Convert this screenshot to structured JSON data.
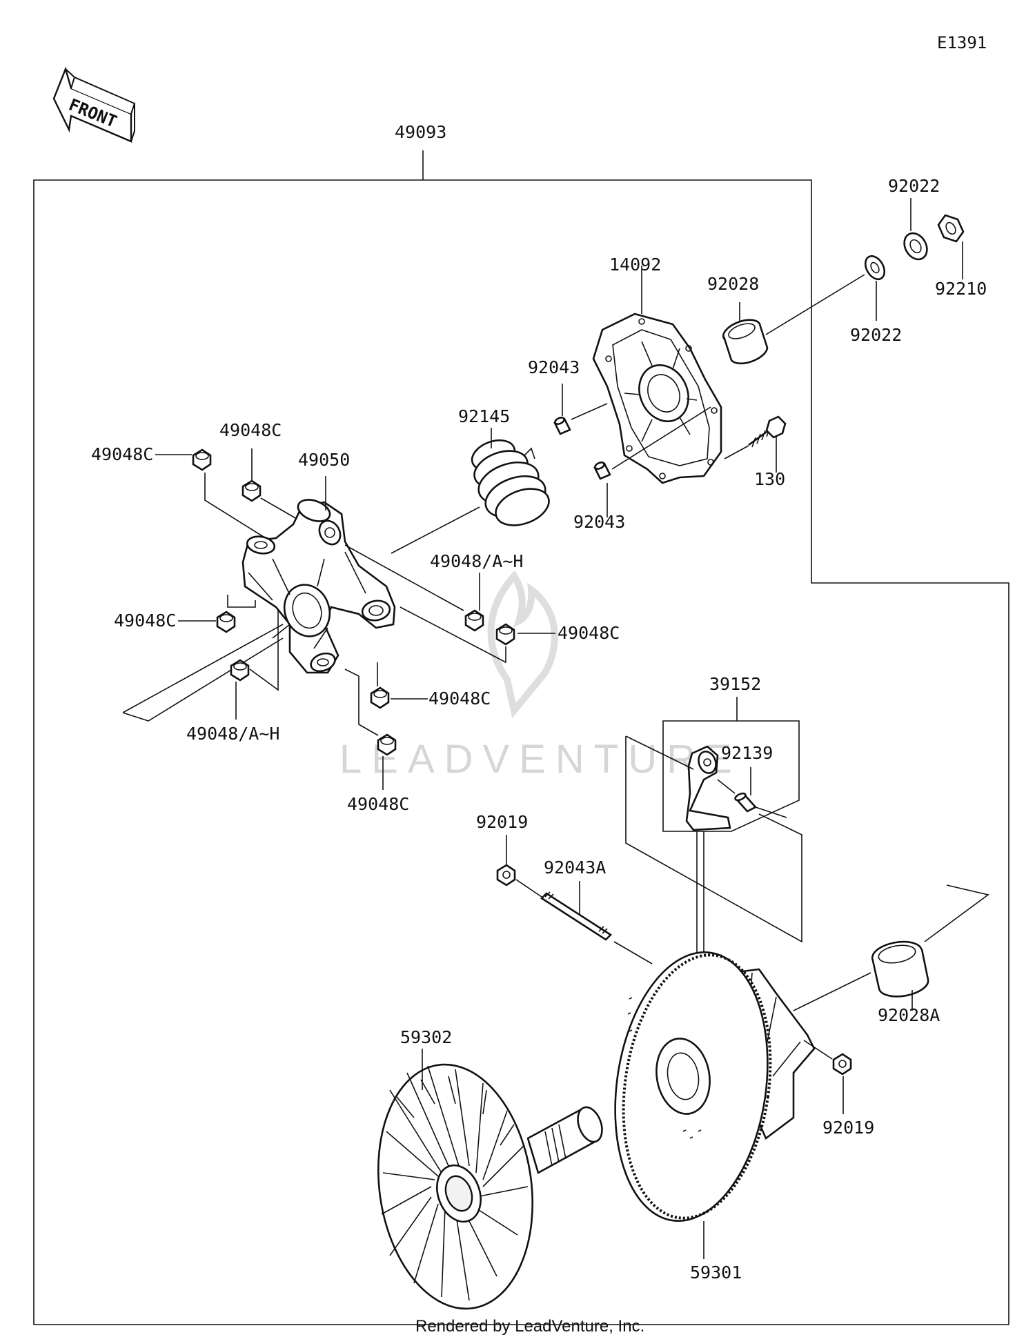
{
  "diagram_code": "E1391",
  "front_label": "FRONT",
  "watermark": "LEADVENTURE",
  "footer": "Rendered by LeadVenture, Inc.",
  "parts": [
    {
      "id": "p49093",
      "label": "49093"
    },
    {
      "id": "p92022a",
      "label": "92022"
    },
    {
      "id": "p92210",
      "label": "92210"
    },
    {
      "id": "p92022b",
      "label": "92022"
    },
    {
      "id": "p14092",
      "label": "14092"
    },
    {
      "id": "p92028",
      "label": "92028"
    },
    {
      "id": "p92043a",
      "label": "92043"
    },
    {
      "id": "p92043b",
      "label": "92043"
    },
    {
      "id": "p130",
      "label": "130"
    },
    {
      "id": "p92145",
      "label": "92145"
    },
    {
      "id": "p49048C1",
      "label": "49048C"
    },
    {
      "id": "p49048C2",
      "label": "49048C"
    },
    {
      "id": "p49050",
      "label": "49050"
    },
    {
      "id": "p49048AH1",
      "label": "49048/A~H"
    },
    {
      "id": "p49048C3",
      "label": "49048C"
    },
    {
      "id": "p49048C4",
      "label": "49048C"
    },
    {
      "id": "p49048C5",
      "label": "49048C"
    },
    {
      "id": "p49048AH2",
      "label": "49048/A~H"
    },
    {
      "id": "p49048C6",
      "label": "49048C"
    },
    {
      "id": "p39152",
      "label": "39152"
    },
    {
      "id": "p92139",
      "label": "92139"
    },
    {
      "id": "p92019a",
      "label": "92019"
    },
    {
      "id": "p92043A",
      "label": "92043A"
    },
    {
      "id": "p92028A",
      "label": "92028A"
    },
    {
      "id": "p92019b",
      "label": "92019"
    },
    {
      "id": "p59302",
      "label": "59302"
    },
    {
      "id": "p59301",
      "label": "59301"
    }
  ]
}
